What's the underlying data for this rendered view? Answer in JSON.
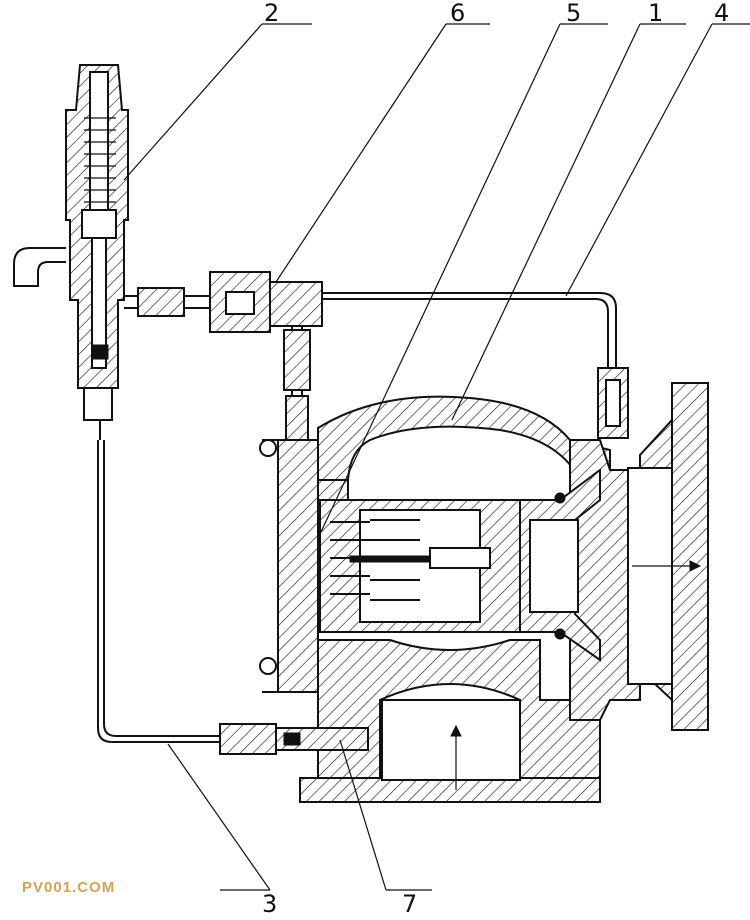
{
  "callouts": [
    {
      "id": "2",
      "label": "2"
    },
    {
      "id": "6",
      "label": "6"
    },
    {
      "id": "5",
      "label": "5"
    },
    {
      "id": "1",
      "label": "1"
    },
    {
      "id": "4",
      "label": "4"
    },
    {
      "id": "3",
      "label": "3"
    },
    {
      "id": "7",
      "label": "7"
    }
  ],
  "watermark": "PV001.COM",
  "colors": {
    "line": "#111111",
    "background": "#ffffff",
    "watermark": "#d9a055"
  }
}
